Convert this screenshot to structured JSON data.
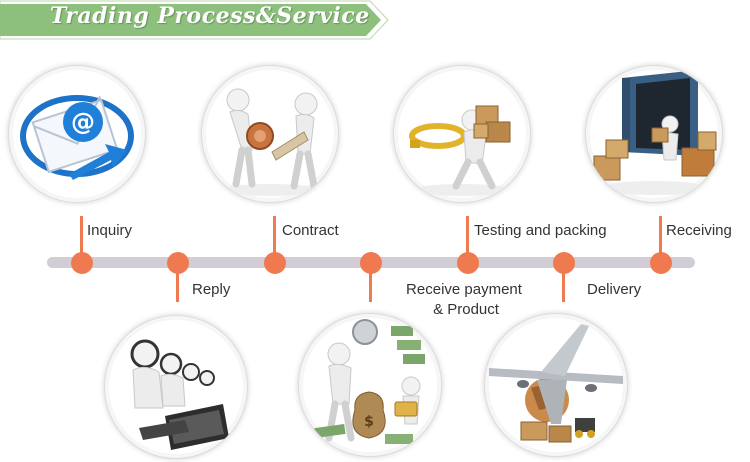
{
  "banner": {
    "title": "Trading Process&Service"
  },
  "steps": {
    "inquiry": "Inquiry",
    "reply": "Reply",
    "contract": "Contract",
    "receive_payment_line1": "Receive payment",
    "receive_payment_line2": "& Product",
    "testing": "Testing and packing",
    "delivery": "Delivery",
    "receiving": "Receiving"
  },
  "colors": {
    "banner_green": "#8dc07c",
    "timeline_bar": "#d2ccd4",
    "node_orange": "#f07a4f"
  },
  "icons": {
    "inquiry": "email-icon",
    "reply": "call-center-icon",
    "contract": "handshake-icon",
    "payment": "money-icon",
    "testing": "packing-icon",
    "delivery": "airplane-icon",
    "receiving": "container-icon"
  }
}
